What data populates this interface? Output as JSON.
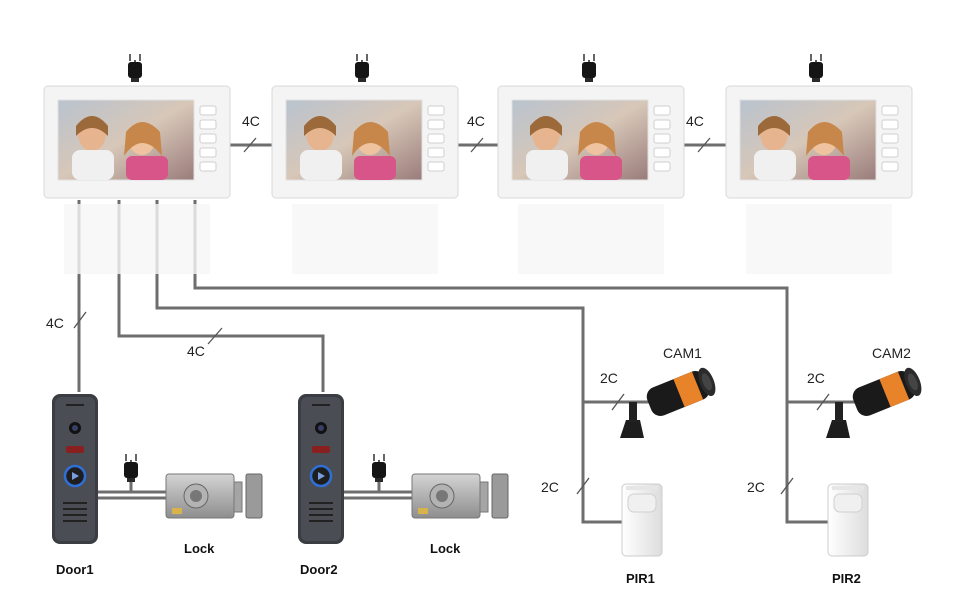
{
  "wire_labels": {
    "monitor_link_1": "4C",
    "monitor_link_2": "4C",
    "monitor_link_3": "4C",
    "door1_cable": "4C",
    "door2_cable": "4C",
    "cam1_cable": "2C",
    "cam2_cable": "2C",
    "pir1_cable": "2C",
    "pir2_cable": "2C"
  },
  "devices": {
    "door1": "Door1",
    "door2": "Door2",
    "lock1": "Lock",
    "lock2": "Lock",
    "cam1": "CAM1",
    "cam2": "CAM2",
    "pir1": "PIR1",
    "pir2": "PIR2"
  },
  "colors": {
    "wire": "#6e6e6e",
    "monitor_frame": "#f2f2f2",
    "door_panel": "#3a3d42",
    "camera_accent": "#e8832a",
    "ring_blue": "#2f6fd6"
  }
}
